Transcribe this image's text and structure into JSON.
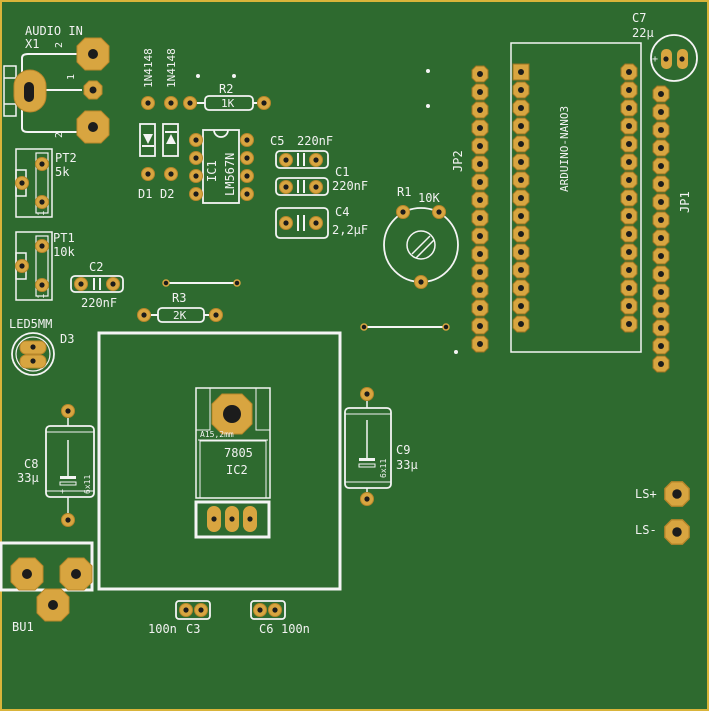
{
  "board": {
    "colors": {
      "substrate": "#2e6a2f",
      "outline": "#d9b43a",
      "silk": "#f4f4f4",
      "copper": "#d8a540",
      "drill": "#1c1c1c"
    }
  },
  "labels": {
    "audio_in": "AUDIO IN",
    "x1": "X1",
    "x1_pin2a": "2",
    "x1_pin1": "1",
    "x1_pin2b": "2",
    "d1_value": "1N4148",
    "d2_value": "1N4148",
    "d1": "D1",
    "d2": "D2",
    "r2": "R2",
    "r2_value": "1K",
    "ic1": "IC1",
    "ic1_value": "LM567N",
    "c5": "C5",
    "c5_value": "220nF",
    "c1": "C1",
    "c1_value": "220nF",
    "c4": "C4",
    "c4_value": "2,2µF",
    "r1": "R1",
    "r1_value": "10K",
    "pt2": "PT2",
    "pt2_value": "5k",
    "pt1": "PT1",
    "pt1_value": "10k",
    "pt_pin1": "1",
    "c2": "C2",
    "c2_value": "220nF",
    "r3": "R3",
    "r3_value": "2K",
    "led": "LED5MM",
    "d3": "D3",
    "jp2": "JP2",
    "jp1": "JP1",
    "arduino": "ARDUINO-NANO3",
    "c7": "C7",
    "c7_value": "22µ",
    "c7_plus": "+",
    "c8": "C8",
    "c8_value": "33µ",
    "c8_size": "6x11",
    "c9": "C9",
    "c9_value": "33µ",
    "c9_size": "6x11",
    "ic2_tab": "A15,2mm",
    "ic2_value": "7805",
    "ic2": "IC2",
    "ls_plus": "LS+",
    "ls_minus": "LS-",
    "bu1": "BU1",
    "c3": "C3",
    "c3_value": "100n",
    "c6": "C6",
    "c6_value": "100n"
  }
}
